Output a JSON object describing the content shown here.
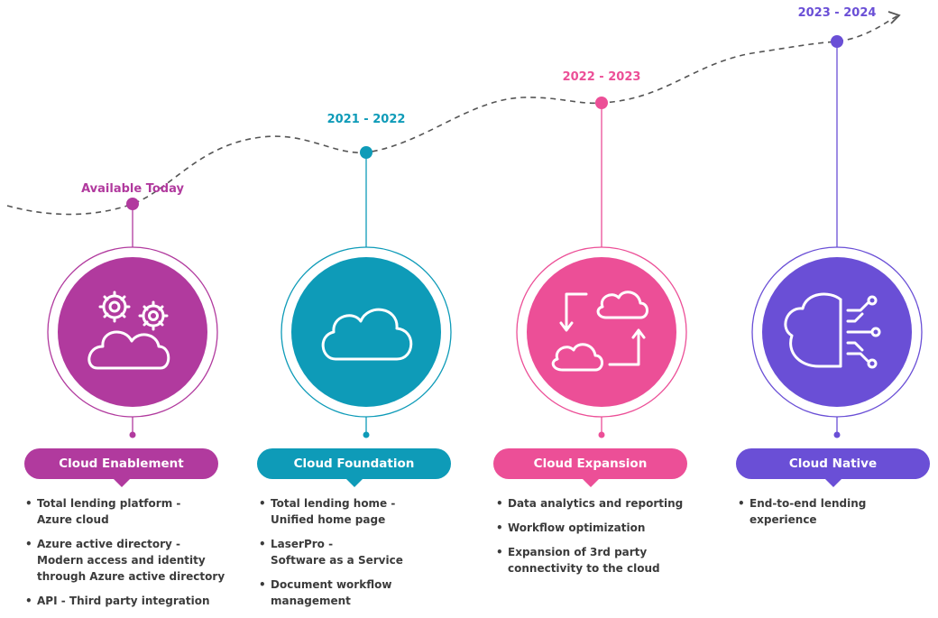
{
  "stages": [
    {
      "year": "Available Today",
      "title": "Cloud Enablement",
      "color": "#b13a9e",
      "icon": "cloud-gears-icon",
      "bullets": [
        "Total lending platform -\nAzure cloud",
        "Azure active directory -\nModern access and identity\nthrough Azure active directory",
        "API - Third party integration"
      ]
    },
    {
      "year": "2021 - 2022",
      "title": "Cloud Foundation",
      "color": "#0e9bb8",
      "icon": "cloud-icon",
      "bullets": [
        "Total lending home  -\nUnified home page",
        "LaserPro -\nSoftware as a Service",
        "Document workflow\nmanagement"
      ]
    },
    {
      "year": "2022 - 2023",
      "title": "Cloud Expansion",
      "color": "#ec4f97",
      "icon": "cloud-sync-icon",
      "bullets": [
        "Data analytics and reporting",
        "Workflow optimization",
        "Expansion of 3rd party\nconnectivity to the cloud"
      ]
    },
    {
      "year": "2023 - 2024",
      "title": "Cloud Native",
      "color": "#6a4fd6",
      "icon": "cloud-circuit-brain-icon",
      "bullets": [
        "End-to-end lending experience"
      ]
    }
  ]
}
